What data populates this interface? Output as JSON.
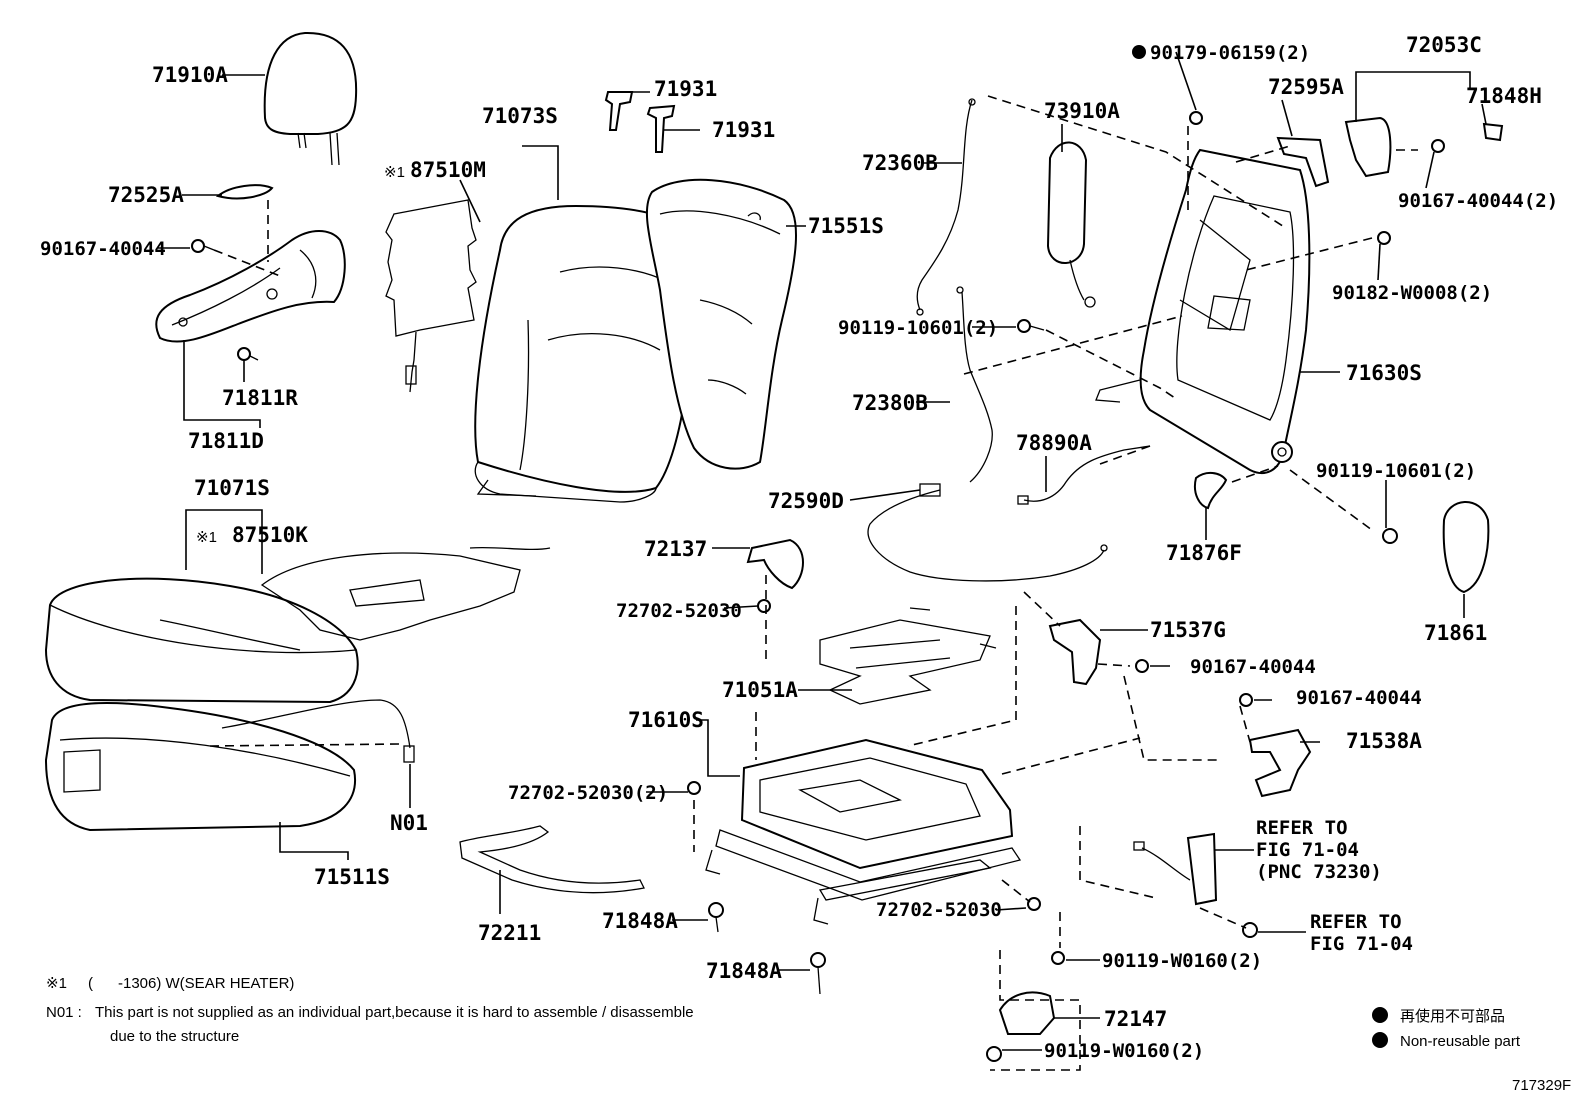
{
  "callouts": {
    "c71910A": "71910A",
    "c72525A": "72525A",
    "c90167_40044_a": "90167-40044",
    "c71811R": "71811R",
    "c71811D": "71811D",
    "c87510M": "87510M",
    "c71073S": "71073S",
    "c71931_a": "71931",
    "c71931_b": "71931",
    "c71551S": "71551S",
    "c72360B": "72360B",
    "c73910A": "73910A",
    "c90179": "90179-06159(2)",
    "c72595A": "72595A",
    "c72053C": "72053C",
    "c71848H": "71848H",
    "c90167_40044_2": "90167-40044(2)",
    "c90182": "90182-W0008(2)",
    "c90119_10601_a": "90119-10601(2)",
    "c71630S": "71630S",
    "c72380B": "72380B",
    "c78890A": "78890A",
    "c90119_10601_b": "90119-10601(2)",
    "c72590D": "72590D",
    "c71876F": "71876F",
    "c71861": "71861",
    "c71071S": "71071S",
    "c87510K": "87510K",
    "c72137": "72137",
    "c72702_a": "72702-52030",
    "c71537G": "71537G",
    "c90167_40044_b": "90167-40044",
    "c90167_40044_c": "90167-40044",
    "c71051A": "71051A",
    "c71610S": "71610S",
    "c71538A": "71538A",
    "c72702_2": "72702-52030(2)",
    "cN01": "N01",
    "c71511S": "71511S",
    "c72211": "72211",
    "c71848A_a": "71848A",
    "c72702_b": "72702-52030",
    "c90119_W0160_a": "90119-W0160(2)",
    "c72147": "72147",
    "c90119_W0160_b": "90119-W0160(2)",
    "c71848A_b": "71848A",
    "ref_a_1": "REFER TO",
    "ref_a_2": "FIG 71-04",
    "ref_a_3": "(PNC 73230)",
    "ref_b_1": "REFER TO",
    "ref_b_2": "FIG 71-04"
  },
  "marks": {
    "ref1": "※1",
    "ref2": "※1"
  },
  "notes": {
    "note1_mark": "※1",
    "note1_text": "(      -1306) W(SEAR HEATER)",
    "n01_label": "N01 :",
    "n01_line1": "This part is not supplied as an individual part,because it is hard to assemble / disassemble",
    "n01_line2": "due to the structure"
  },
  "legend": {
    "jp": "再使用不可部品",
    "en": "Non-reusable part"
  },
  "figure_id": "717329F"
}
